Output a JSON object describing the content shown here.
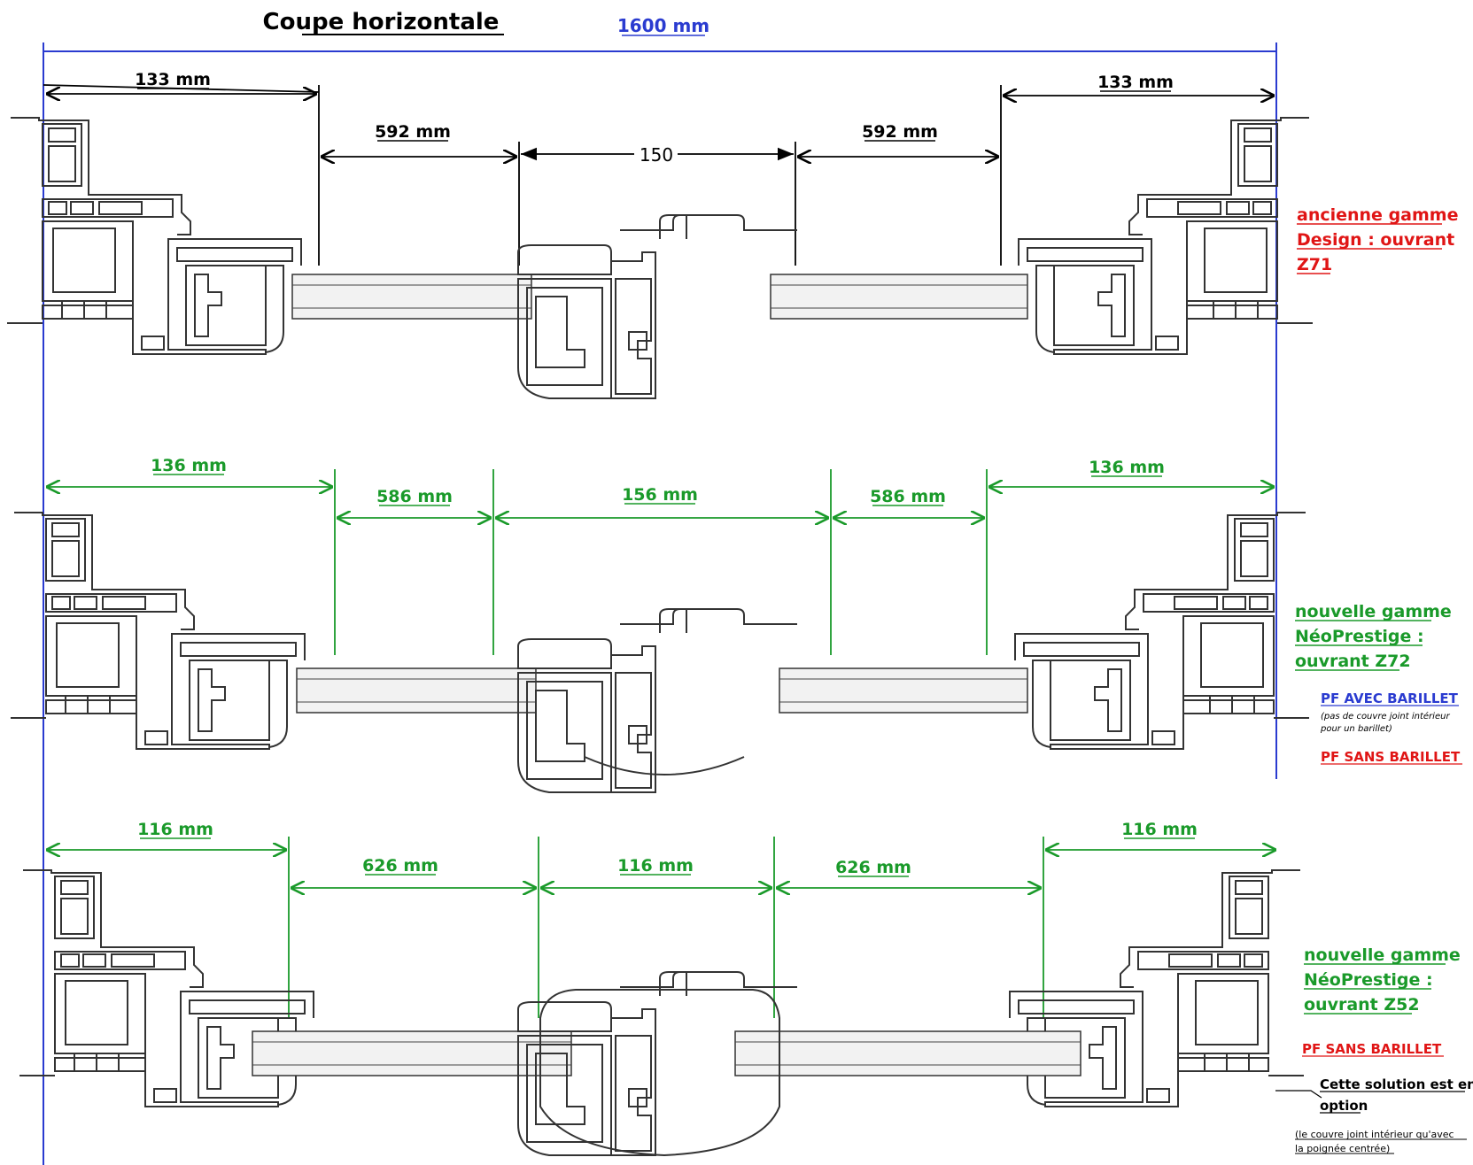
{
  "title": "Coupe horizontale",
  "overall_width": "1600 mm",
  "colors": {
    "blue": "#2a3bd0",
    "black": "#000000",
    "green": "#1a9a2a",
    "red": "#e01515",
    "profile": "#333333"
  },
  "section1": {
    "dims": [
      "133 mm",
      "592 mm",
      "150",
      "592 mm",
      "133 mm"
    ],
    "label": [
      "ancienne gamme",
      "Design : ouvrant",
      "Z71"
    ]
  },
  "section2": {
    "dims": [
      "136 mm",
      "586 mm",
      "156 mm",
      "586 mm",
      "136 mm"
    ],
    "label": [
      "nouvelle gamme",
      "NéoPrestige :",
      "ouvrant Z72"
    ],
    "note_avec": "PF AVEC BARILLET",
    "note_avec_sub": [
      "(pas de couvre joint intérieur",
      "pour un barillet)"
    ],
    "note_sans": "PF SANS BARILLET"
  },
  "section3": {
    "dims": [
      "116 mm",
      "626 mm",
      "116 mm",
      "626 mm",
      "116 mm"
    ],
    "label": [
      "nouvelle gamme",
      "NéoPrestige :",
      "ouvrant Z52"
    ],
    "note_sans": "PF SANS BARILLET",
    "option": [
      "Cette solution est en",
      "option"
    ],
    "option_sub": [
      "(le couvre joint intérieur qu'avec",
      "la poignée centrée)"
    ]
  }
}
